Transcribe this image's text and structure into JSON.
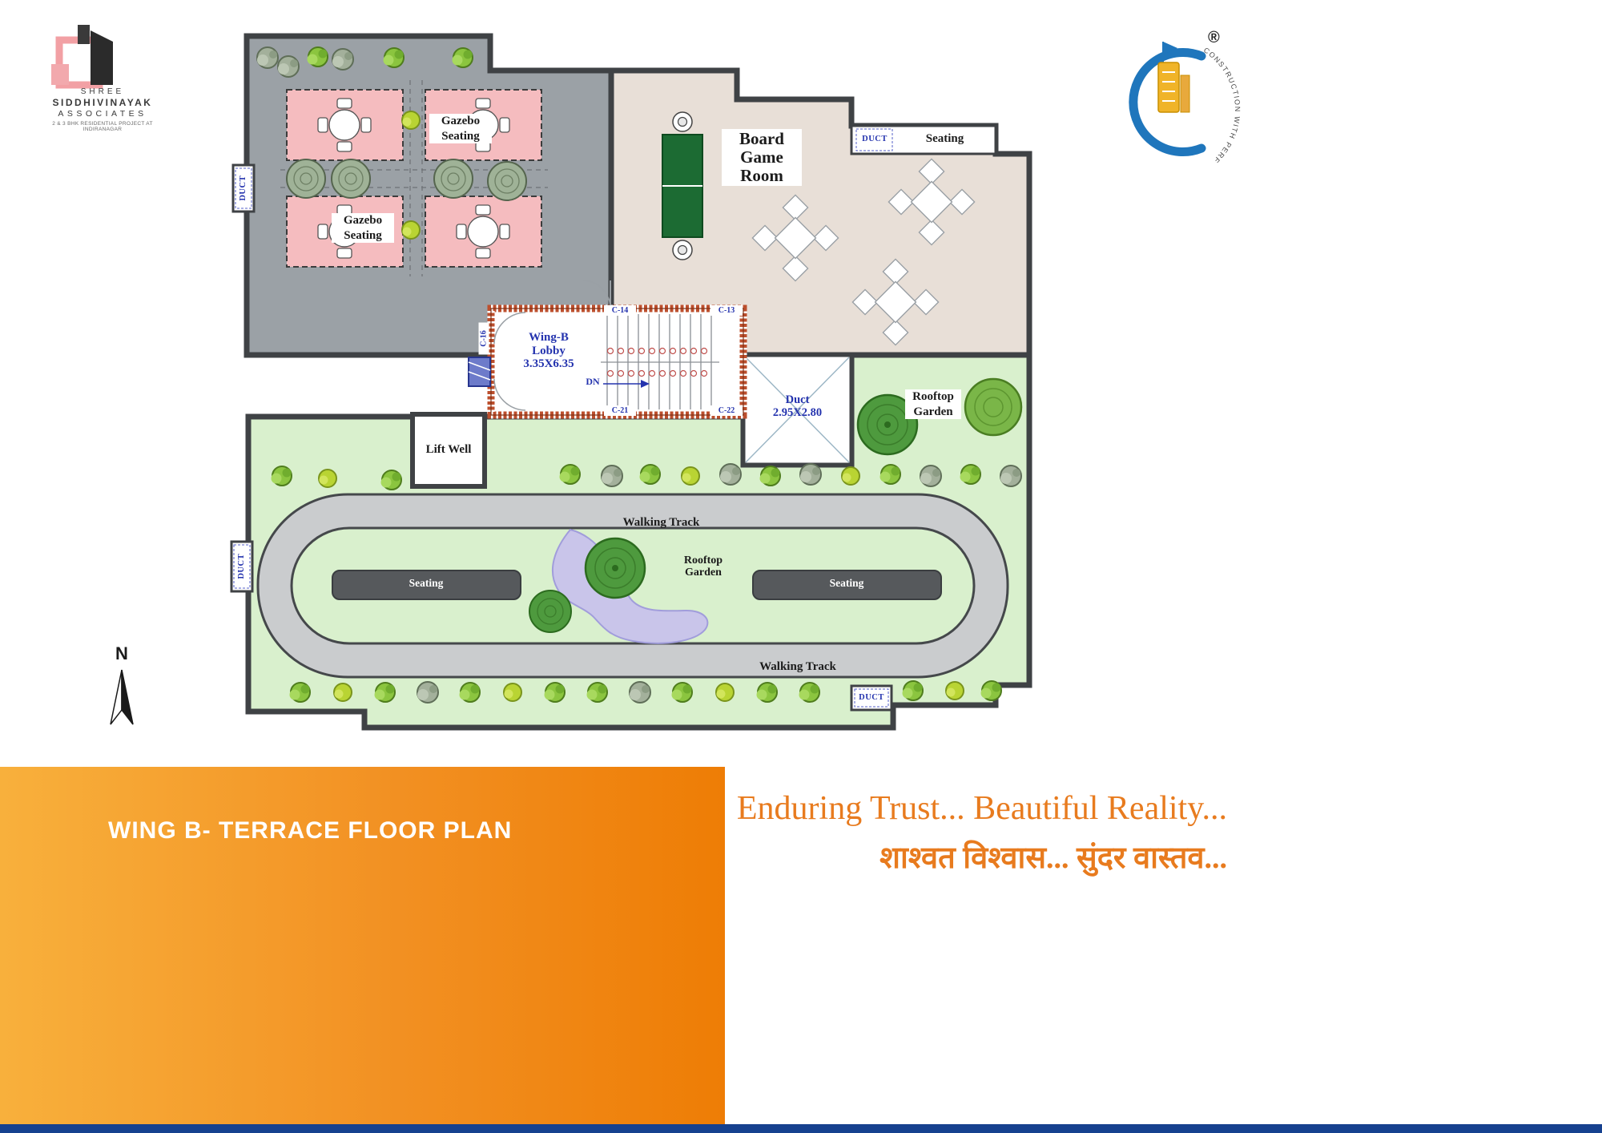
{
  "colors": {
    "accent_orange": "#ee7d05",
    "brand_pink": "#f2a0a4",
    "plan_blue_text": "#2433ae",
    "gazebo_pink": "#f5bcbf",
    "floor_gray": "#9ba1a6",
    "board_room_beige": "#e8dfd7",
    "garden_green": "#d9f0cd",
    "track_gray": "#caccce",
    "footer_bar_blue": "#16418f"
  },
  "branding_left": {
    "name_line1": "SHREE",
    "name_line2": "SIDDHIVINAYAK",
    "name_line3": "ASSOCIATES",
    "tagline": "2 & 3 BHK RESIDENTIAL PROJECT AT INDIRANAGAR"
  },
  "branding_right": {
    "registered_mark": "®",
    "curved_tagline": "CONSTRUCTION WITH PERFECTION"
  },
  "plan": {
    "gazebo1_line1": "Gazebo",
    "gazebo1_line2": "Seating",
    "gazebo2_line1": "Gazebo",
    "gazebo2_line2": "Seating",
    "board_line1": "Board",
    "board_line2": "Game",
    "board_line3": "Room",
    "seating_top": "Seating",
    "duct_top": "DUCT",
    "duct_left_upper": "DUCT",
    "duct_left_lower": "DUCT",
    "duct_bottom": "DUCT",
    "lobby_line1": "Wing-B",
    "lobby_line2": "Lobby",
    "lobby_line3": "3.35X6.35",
    "dn": "DN",
    "duct_center_line1": "Duct",
    "duct_center_line2": "2.95X2.80",
    "rooftop_right_line1": "Rooftop",
    "rooftop_right_line2": "Garden",
    "lift_well": "Lift Well",
    "walking_track_top": "Walking Track",
    "walking_track_bottom": "Walking Track",
    "rooftop_center_line1": "Rooftop",
    "rooftop_center_line2": "Garden",
    "bench_left": "Seating",
    "bench_right": "Seating",
    "north": "N",
    "c14": "C-14",
    "c13": "C-13",
    "c16": "C-16",
    "c21": "C-21",
    "c22": "C-22"
  },
  "footer": {
    "plan_title": "WING B- TERRACE FLOOR PLAN",
    "slogan_en": "Enduring Trust... Beautiful Reality...",
    "slogan_hi": "शाश्वत विश्वास... सुंदर वास्तव..."
  }
}
